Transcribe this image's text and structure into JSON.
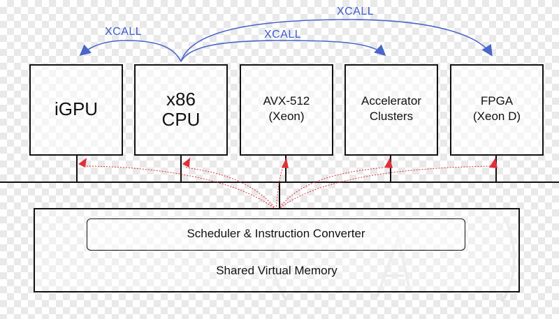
{
  "units": [
    {
      "id": "igpu",
      "lines": [
        "iGPU"
      ]
    },
    {
      "id": "x86",
      "lines": [
        "x86",
        "CPU"
      ]
    },
    {
      "id": "avx",
      "lines": [
        "AVX-512",
        "(Xeon)"
      ]
    },
    {
      "id": "accel",
      "lines": [
        "Accelerator",
        "Clusters"
      ]
    },
    {
      "id": "fpga",
      "lines": [
        "FPGA",
        "(Xeon D)"
      ]
    }
  ],
  "xcall_labels": [
    "XCALL",
    "XCALL",
    "XCALL"
  ],
  "scheduler": {
    "label": "Scheduler & Instruction Converter"
  },
  "memory": {
    "label": "Shared Virtual Memory"
  },
  "colors": {
    "xcall_arrow": "#4a66c8",
    "xcall_text": "#3a5ad0",
    "red_arrow": "#e0303a",
    "line": "#111111"
  }
}
